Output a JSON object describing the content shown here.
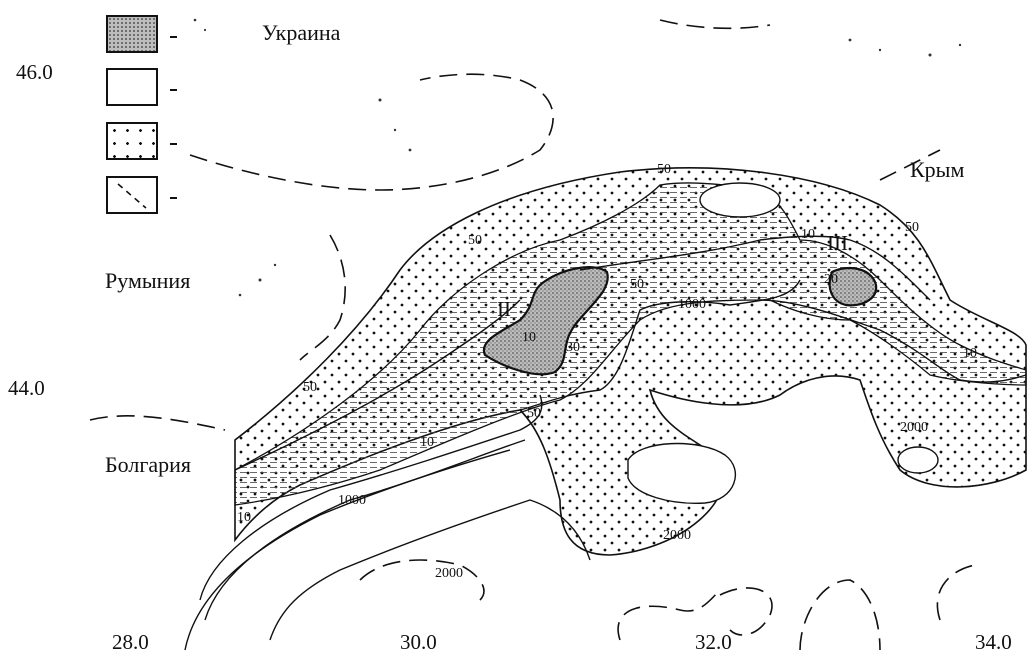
{
  "countries": {
    "ukraine": "Украина",
    "crimea": "Крым",
    "romania": "Румыния",
    "bulgaria": "Болгария"
  },
  "latitude_labels": [
    "46.0",
    "44.0"
  ],
  "longitude_labels": [
    "28.0",
    "30.0",
    "32.0",
    "34.0"
  ],
  "zones": [
    "II",
    "III"
  ],
  "contour_values": [
    "50",
    "50",
    "50",
    "50",
    "50",
    "50",
    "10",
    "10",
    "10",
    "10",
    "10",
    "30",
    "20",
    "1000",
    "1000",
    "2000",
    "2000",
    "2000"
  ],
  "legend": [
    {
      "pattern": "dense-gray-stipple"
    },
    {
      "pattern": "blank"
    },
    {
      "pattern": "sparse-dots"
    },
    {
      "pattern": "dashed-line"
    }
  ],
  "colors": {
    "ink": "#111111",
    "background": "#ffffff",
    "stipple": "#8a8a8a"
  }
}
